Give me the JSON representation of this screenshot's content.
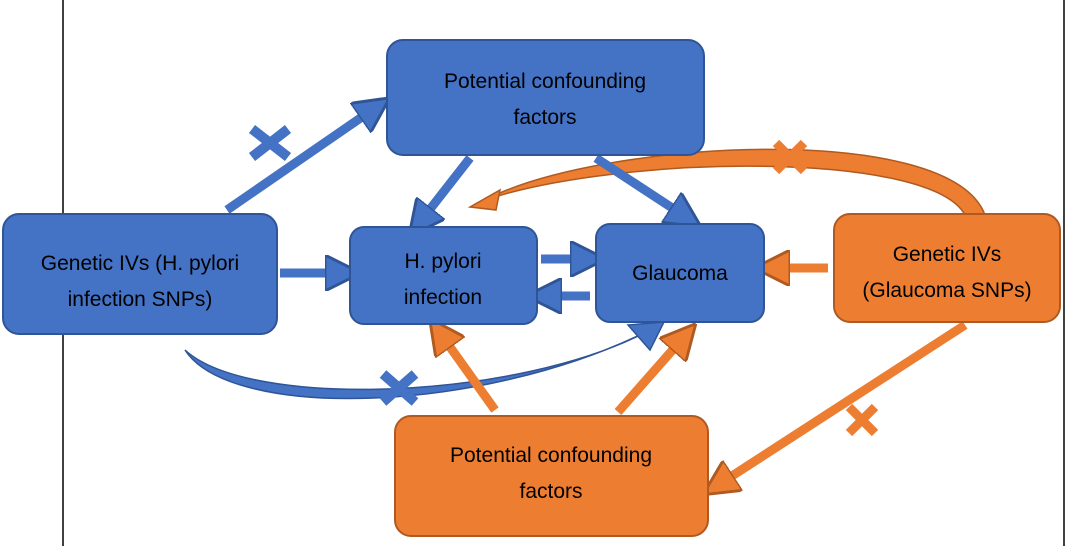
{
  "colors": {
    "blue_fill": "#4472C4",
    "blue_stroke": "#2F5597",
    "orange_fill": "#ED7D31",
    "orange_stroke": "#AE5A21",
    "text": "#000000"
  },
  "nodes": {
    "confounders_top": {
      "line1": "Potential confounding",
      "line2": "factors"
    },
    "genetic_ivs_hp": {
      "line1": "Genetic IVs (H. pylori",
      "line2": "infection SNPs)"
    },
    "hp_infection": {
      "line1": "H. pylori",
      "line2": "infection"
    },
    "glaucoma": {
      "line1": "Glaucoma"
    },
    "genetic_ivs_glaucoma": {
      "line1": "Genetic IVs",
      "line2": "(Glaucoma SNPs)"
    },
    "confounders_bottom": {
      "line1": "Potential confounding",
      "line2": "factors"
    }
  },
  "blocked_marker_icon": "cross-icon"
}
